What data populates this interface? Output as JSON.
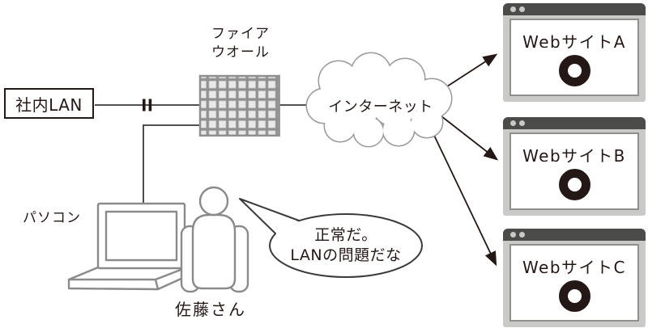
{
  "nodes": {
    "lan_box": {
      "label": "社内LAN"
    },
    "firewall": {
      "label_line1": "ファイア",
      "label_line2": "ウオール"
    },
    "internet": {
      "label": "インターネット"
    },
    "pc": {
      "label": "パソコン"
    },
    "person": {
      "label": "佐藤さん"
    },
    "speech_bubble": {
      "line1": "正常だ。",
      "line2": "LANの問題だな"
    }
  },
  "websites": [
    {
      "label": "WebサイトA",
      "status": "ok-circle"
    },
    {
      "label": "WebサイトB",
      "status": "ok-circle"
    },
    {
      "label": "WebサイトC",
      "status": "ok-circle"
    }
  ],
  "colors": {
    "ink": "#231815",
    "connection_line": "#3a3a3a",
    "illustration_gray": "#8a8a8a",
    "window_frame": "#c9c9c7",
    "window_titlebar": "#4b4b49",
    "firewall_cell": "#e9e9e9",
    "firewall_grid": "#8f8f8f"
  }
}
